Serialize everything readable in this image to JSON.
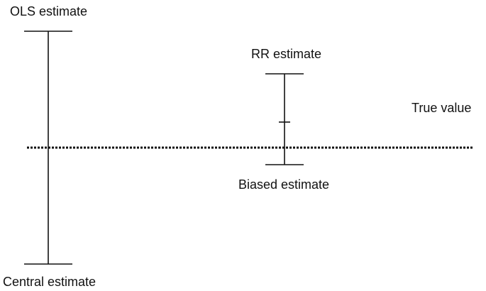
{
  "labels": {
    "ols_estimate": "OLS estimate",
    "rr_estimate": "RR estimate",
    "true_value": "True value",
    "biased_estimate": "Biased estimate",
    "central_estimate": "Central estimate"
  },
  "colors": {
    "line": "#111111",
    "background": "#ffffff"
  }
}
